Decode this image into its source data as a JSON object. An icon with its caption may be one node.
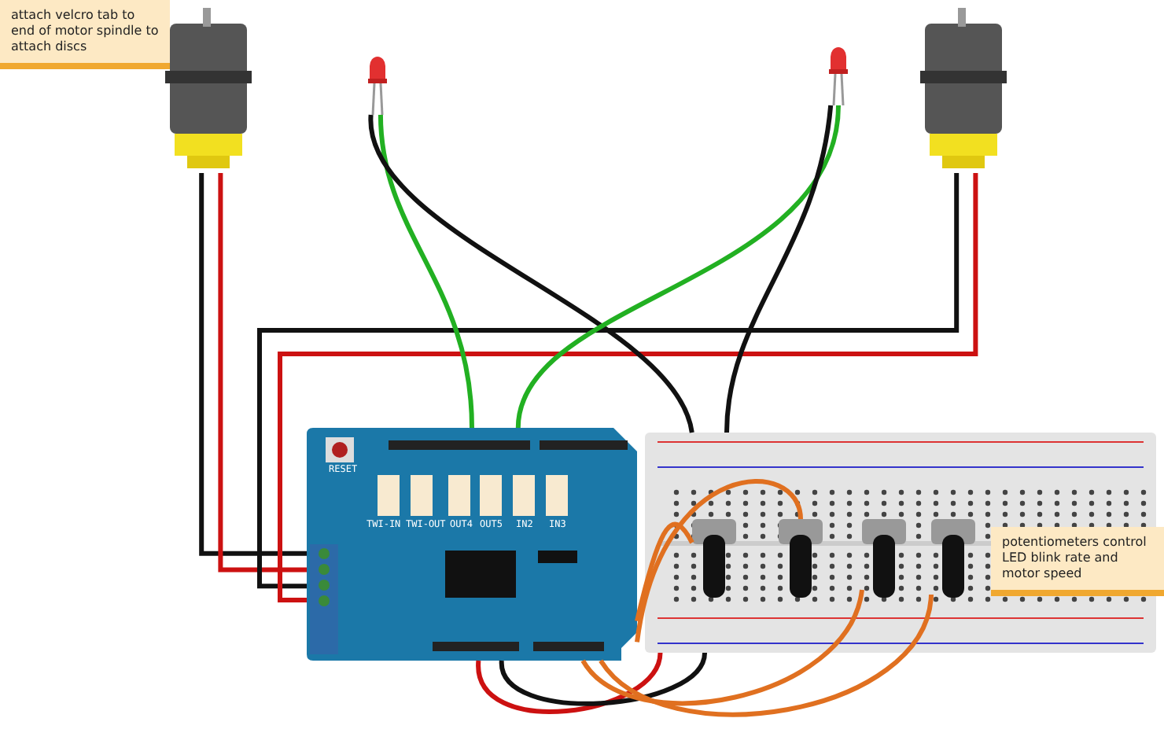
{
  "diagram": {
    "nodes": [
      {
        "text": [],
        "shape": "picture"
      },
      {
        "text": [],
        "shape": "picture"
      },
      {
        "text": [],
        "shape": "picture"
      },
      {
        "text": [],
        "shape": "picture"
      },
      {
        "text": [],
        "shape": "picture"
      },
      {
        "text": [],
        "shape": "picture"
      },
      {
        "text": [],
        "shape": "picture",
        "in": 5
      },
      {
        "text": [],
        "shape": "picture",
        "in": 5
      },
      {
        "text": [],
        "shape": "picture",
        "in": 5
      },
      {
        "text": [],
        "shape": "picture",
        "in": 5
      }
    ],
    "edges": [
      {
        "from": 0,
        "to": 4,
        "arrow": "none",
        "color": "#111111"
      },
      {
        "from": 0,
        "to": 4,
        "arrow": "none",
        "color": "#cc1111"
      },
      {
        "from": 1,
        "to": 4,
        "arrow": "none",
        "color": "#111111"
      },
      {
        "from": 1,
        "to": 4,
        "arrow": "none",
        "color": "#cc1111"
      },
      {
        "from": 2,
        "to": 4,
        "arrow": "none",
        "color": "#22b022"
      },
      {
        "from": 2,
        "to": 5,
        "arrow": "none",
        "color": "#111111"
      },
      {
        "from": 3,
        "to": 4,
        "arrow": "none",
        "color": "#22b022"
      },
      {
        "from": 3,
        "to": 5,
        "arrow": "none",
        "color": "#111111"
      },
      {
        "from": 4,
        "to": 5,
        "arrow": "none",
        "color": "#cc1111"
      },
      {
        "from": 4,
        "to": 5,
        "arrow": "none",
        "color": "#111111"
      },
      {
        "from": 4,
        "to": 6,
        "arrow": "none",
        "color": "#e07020"
      },
      {
        "from": 4,
        "to": 7,
        "arrow": "none",
        "color": "#e07020"
      },
      {
        "from": 4,
        "to": 8,
        "arrow": "none",
        "color": "#e07020"
      },
      {
        "from": 4,
        "to": 9,
        "arrow": "none",
        "color": "#e07020"
      }
    ],
    "labels": [
      "attach velcro tab to end of motor spindle to attach discs",
      "RESET",
      "TWI-IN",
      "TWI-OUT",
      "OUT4",
      "OUT5",
      "IN2",
      "IN3",
      "potentiometers control LED blink rate and motor speed"
    ]
  }
}
